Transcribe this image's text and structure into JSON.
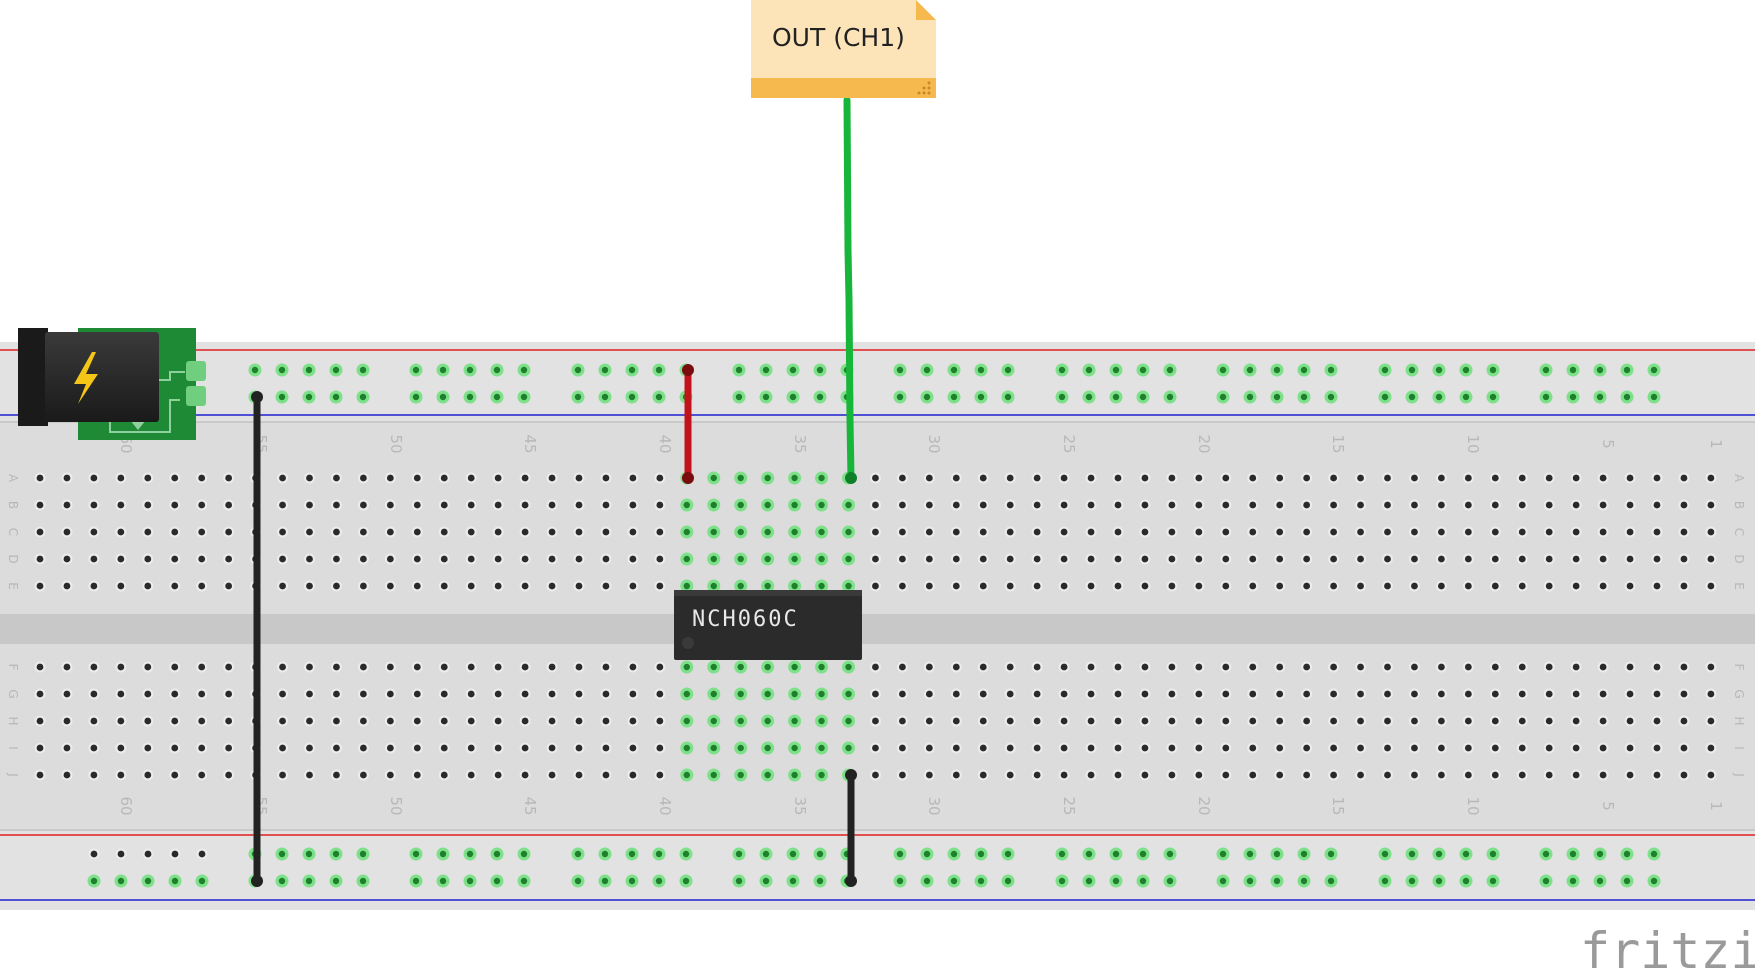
{
  "net_label": {
    "text": "OUT (CH1)",
    "color": "#fde3b8",
    "band_color": "#f5b94e"
  },
  "ic": {
    "label": "NCH060C",
    "color": "#2b2b2b"
  },
  "row_letters_top": [
    "A",
    "B",
    "C",
    "D",
    "E"
  ],
  "row_letters_bottom": [
    "F",
    "G",
    "H",
    "I",
    "J"
  ],
  "column_numbers": [
    "60",
    "55",
    "50",
    "45",
    "40",
    "35",
    "30",
    "25",
    "20",
    "15",
    "10",
    "5",
    "1"
  ],
  "brand": "fritzing",
  "power_jack": {
    "icon": "lightning-bolt-icon",
    "board_color": "#1f8a35"
  },
  "wires": [
    {
      "name": "wire-ground-left",
      "color": "#222222"
    },
    {
      "name": "wire-power-red",
      "color": "#c0141a"
    },
    {
      "name": "wire-output-green",
      "color": "#17b53a"
    },
    {
      "name": "wire-ground-ic",
      "color": "#222222"
    }
  ],
  "colors": {
    "breadboard": "#dcdcdc",
    "rail_red": "#e02020",
    "rail_blue": "#2020d0",
    "hole_connected": "#3cbf4a"
  }
}
